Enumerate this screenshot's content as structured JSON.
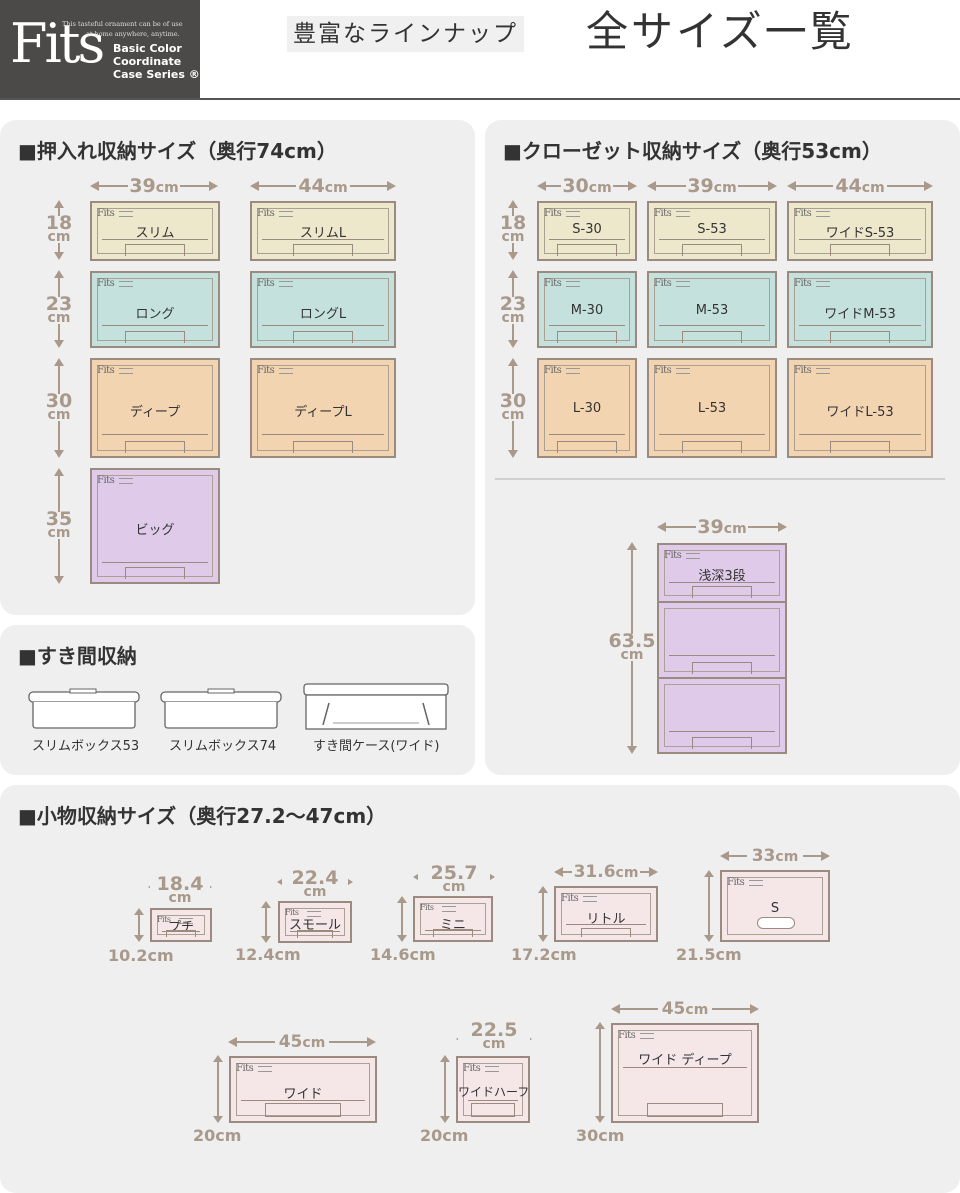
{
  "header": {
    "logo": "Fits",
    "logo_tagline_1": "This tasteful ornament can be of use",
    "logo_tagline_2": "at home anywhere, anytime.",
    "logo_lines": [
      "Basic Color",
      "Coordinate",
      "Case Series ®"
    ],
    "subtitle": "豊富なラインナップ",
    "title": "全サイズ一覧"
  },
  "brand_mark": "Fits",
  "oshiire": {
    "title": "■押入れ収納サイズ（奥行74cm）",
    "widths": [
      {
        "num": "39",
        "unit": "cm"
      },
      {
        "num": "44",
        "unit": "cm"
      }
    ],
    "heights": [
      {
        "num": "18",
        "unit": "cm"
      },
      {
        "num": "23",
        "unit": "cm"
      },
      {
        "num": "30",
        "unit": "cm"
      },
      {
        "num": "35",
        "unit": "cm"
      }
    ],
    "boxes": [
      "スリム",
      "スリムL",
      "ロング",
      "ロングL",
      "ディープ",
      "ディープL",
      "ビッグ"
    ]
  },
  "closet": {
    "title": "■クローゼット収納サイズ（奥行53cm）",
    "widths": [
      {
        "num": "30",
        "unit": "cm"
      },
      {
        "num": "39",
        "unit": "cm"
      },
      {
        "num": "44",
        "unit": "cm"
      }
    ],
    "heights": [
      {
        "num": "18",
        "unit": "cm"
      },
      {
        "num": "23",
        "unit": "cm"
      },
      {
        "num": "30",
        "unit": "cm"
      }
    ],
    "boxes": [
      "S-30",
      "S-53",
      "ワイドS-53",
      "M-30",
      "M-53",
      "ワイドM-53",
      "L-30",
      "L-53",
      "ワイドL-53"
    ],
    "stack_width": {
      "num": "39",
      "unit": "cm"
    },
    "stack_height": {
      "num": "63.5",
      "unit": "cm"
    },
    "stack_label": "浅深3段"
  },
  "sukima": {
    "title": "■すき間収納",
    "items": [
      "スリムボックス53",
      "スリムボックス74",
      "すき間ケース(ワイド)"
    ]
  },
  "komono": {
    "title": "■小物収納サイズ（奥行27.2〜47cm）",
    "items": [
      {
        "name": "プチ",
        "w": "18.4",
        "wu": "cm",
        "h": "10.2cm"
      },
      {
        "name": "スモール",
        "w": "22.4",
        "wu": "cm",
        "h": "12.4cm"
      },
      {
        "name": "ミニ",
        "w": "25.7",
        "wu": "cm",
        "h": "14.6cm"
      },
      {
        "name": "リトル",
        "w": "31.6",
        "wu": "cm",
        "h": "17.2cm"
      },
      {
        "name": "S",
        "w": "33",
        "wu": "cm",
        "h": "21.5cm"
      },
      {
        "name": "ワイド",
        "w": "45",
        "wu": "cm",
        "h": "20cm"
      },
      {
        "name": "ワイドハーフ",
        "w": "22.5",
        "wu": "cm",
        "h": "20cm"
      },
      {
        "name": "ワイド ディープ",
        "w": "45",
        "wu": "cm",
        "h": "30cm"
      }
    ]
  },
  "colors": {
    "panel": "#efefef",
    "yellow": "#ede7cc",
    "green": "#c5e1dd",
    "orange": "#f3d4b0",
    "purple": "#dfcae9",
    "pink": "#f5e7e7",
    "dimension": "#a9998b"
  }
}
